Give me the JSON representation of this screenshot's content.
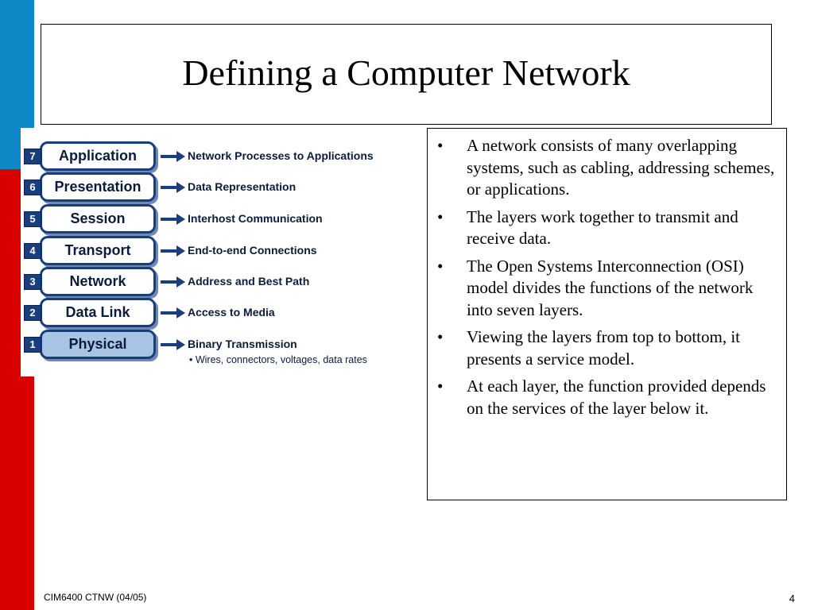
{
  "colors": {
    "side_blue": "#1088c8",
    "side_red": "#d80000",
    "layer_navy": "#1a3e7c",
    "active_fill": "#a9c5e6"
  },
  "slide": {
    "title": "Defining a Computer Network"
  },
  "osi_layers": [
    {
      "number": "7",
      "name": "Application",
      "description": "Network Processes to Applications"
    },
    {
      "number": "6",
      "name": "Presentation",
      "description": "Data Representation"
    },
    {
      "number": "5",
      "name": "Session",
      "description": "Interhost Communication"
    },
    {
      "number": "4",
      "name": "Transport",
      "description": "End-to-end Connections"
    },
    {
      "number": "3",
      "name": "Network",
      "description": "Address and Best Path"
    },
    {
      "number": "2",
      "name": "Data Link",
      "description": "Access to Media"
    },
    {
      "number": "1",
      "name": "Physical",
      "description": "Binary Transmission",
      "highlighted": true
    }
  ],
  "physical_detail": "• Wires, connectors, voltages, data rates",
  "bullets": [
    {
      "marker": "•",
      "text": "A network consists of many overlapping systems, such as cabling, addressing schemes, or applications."
    },
    {
      "marker": "•",
      "text": "The layers work together to transmit and receive data."
    },
    {
      "marker": "•",
      "text": "The Open Systems Interconnection (OSI) model divides the functions of the network into seven layers."
    },
    {
      "marker": "•",
      "text": "Viewing the layers from top to bottom, it presents a service model."
    },
    {
      "marker": "•",
      "text": "At each layer, the function provided depends on the services of the layer below it."
    }
  ],
  "footer": {
    "course": "CIM6400 CTNW (04/05)",
    "page_number": "4"
  }
}
